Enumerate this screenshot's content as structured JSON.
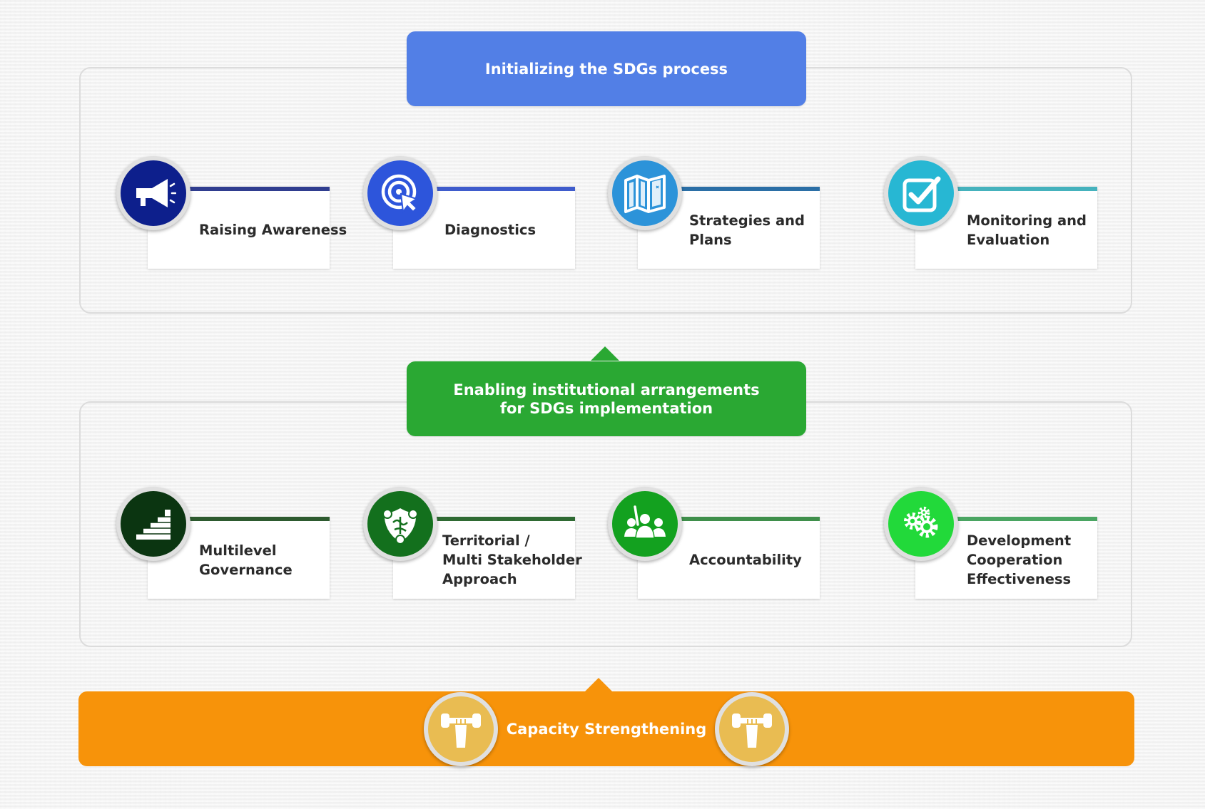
{
  "colors": {
    "panel_border": "#dcdcdc",
    "stage1_banner": "#527fe6",
    "stage2_banner": "#2aa833",
    "capacity_bar": "#f7930a",
    "capacity_icon": "#e9bc52"
  },
  "stage1": {
    "banner_lines": [
      "Initializing the SDGs process"
    ],
    "items": [
      {
        "lines": [
          "Raising Awareness"
        ],
        "icon": "megaphone-icon",
        "icon_color": "#0d1f8c",
        "accent": "#2f3d8f"
      },
      {
        "lines": [
          "Diagnostics"
        ],
        "icon": "target-cursor-icon",
        "icon_color": "#2d55db",
        "accent": "#3f5ccc"
      },
      {
        "lines": [
          "Strategies and",
          "Plans"
        ],
        "icon": "map-icon",
        "icon_color": "#2c93d9",
        "accent": "#2b6fa6"
      },
      {
        "lines": [
          "Monitoring and",
          "Evaluation"
        ],
        "icon": "checkbox-icon",
        "icon_color": "#27b7d3",
        "accent": "#45b2bd"
      }
    ]
  },
  "stage2": {
    "banner_lines": [
      "Enabling institutional arrangements",
      "for SDGs implementation"
    ],
    "items": [
      {
        "lines": [
          "Multilevel",
          "Governance"
        ],
        "icon": "stairs-icon",
        "icon_color": "#0b3511",
        "accent": "#2d5a2f"
      },
      {
        "lines": [
          "Territorial /",
          "Multi Stakeholder",
          "Approach"
        ],
        "icon": "puzzle-shield-icon",
        "icon_color": "#13701d",
        "accent": "#2f6a33"
      },
      {
        "lines": [
          "Accountability"
        ],
        "icon": "people-group-icon",
        "icon_color": "#13a11f",
        "accent": "#3f8f4b"
      },
      {
        "lines": [
          "Development",
          "Cooperation",
          "Effectiveness"
        ],
        "icon": "gears-icon",
        "icon_color": "#22d93a",
        "accent": "#4aa562"
      }
    ]
  },
  "capacity": {
    "label": "Capacity Strengthening",
    "icon": "dumbbell-icon"
  }
}
